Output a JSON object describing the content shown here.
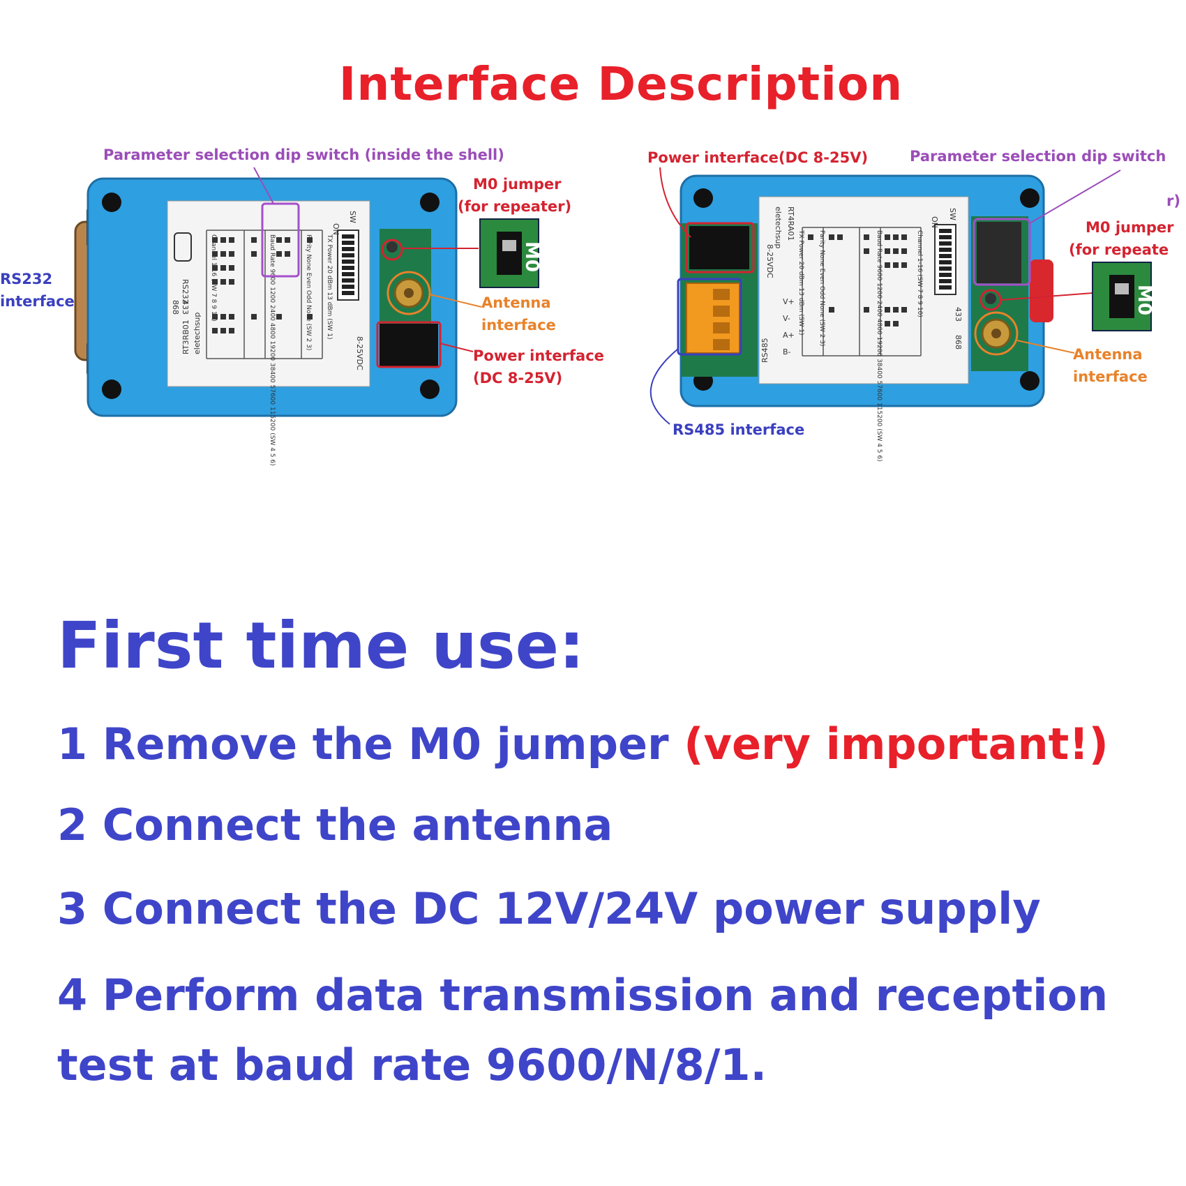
{
  "title": "Interface Description",
  "left_device": {
    "labels": {
      "dip_switch": "Parameter selection dip switch (inside the shell)",
      "m0_jumper_line1": "M0 jumper",
      "m0_jumper_line2": "(for repeater)",
      "rs232_line1": "RS232",
      "rs232_line2": "interface",
      "antenna_line1": "Antenna",
      "antenna_line2": "interface",
      "power_line1": "Power interface",
      "power_line2": "(DC 8-25V)"
    },
    "sticker": {
      "model": "RT3RB01",
      "brand": "eletechsup",
      "port": "RS232",
      "sw": "SW",
      "on": "ON",
      "dc": "8-25VDC",
      "freq_a": "433",
      "freq_b": "868",
      "rows": [
        "TX Power    20 dBm    13 dBm   (SW 1)",
        "Parity   None   Even   Odd   None   (SW 2 3)",
        "Baud Rate  9600 1200 2400 4800 19200 38400 57600 115200 (SW 4 5 6)",
        "Channel 1-16   (SW 7 8 9 10)"
      ]
    },
    "jumper_text": "M0"
  },
  "right_device": {
    "labels": {
      "power": "Power interface(DC 8-25V)",
      "dip_switch": "Parameter selection dip switch",
      "m0_jumper_line1": "M0 jumper",
      "m0_jumper_line2": "(for repeate",
      "antenna_line1": "Antenna",
      "antenna_line2": "interface",
      "rs485": "RS485 interface",
      "edge_fragment": "r)"
    },
    "sticker": {
      "model": "RT4RA01",
      "brand": "eletechsup",
      "port": "RS485",
      "sw": "SW",
      "on": "ON",
      "dc": "8-25VDC",
      "freq_a": "433",
      "freq_b": "868",
      "rows": [
        "Channel 1-16   (SW 7 8 9 10)",
        "Baud Rate  9600 1200 2400 4800 19200 38400 57600 115200 (SW 4 5 6)",
        "Parity   None   Even   Odd   None   (SW 2 3)",
        "TX Power    20 dBm    13 dBm   (SW 1)"
      ],
      "terminals": [
        "V+",
        "V-",
        "A+",
        "B-"
      ]
    },
    "jumper_text": "M0"
  },
  "instructions": {
    "heading": "First time use:",
    "step1_main": "1 Remove the M0 jumper ",
    "step1_important": "(very important!)",
    "step2": "2 Connect the antenna",
    "step3": "3 Connect the DC 12V/24V power supply",
    "step4_line1": "4 Perform data transmission and reception",
    "step4_line2": "test at baud rate 9600/N/8/1."
  },
  "colors": {
    "title_red": "#e8202a",
    "label_purple": "#9b4db8",
    "label_red": "#d42330",
    "label_orange": "#e8822a",
    "label_blue": "#3a3fbf",
    "step_blue": "#3f45c9",
    "enclosure_blue": "#2e9fe0",
    "pcb_green": "#1f7a4a",
    "terminal_orange": "#f29a1f"
  }
}
